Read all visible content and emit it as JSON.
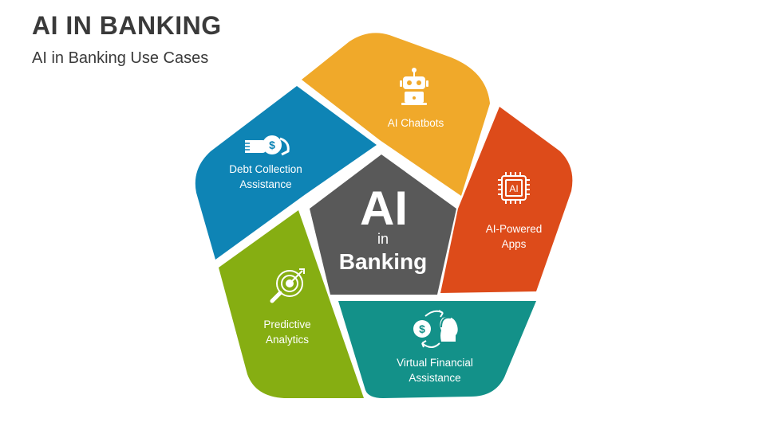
{
  "header": {
    "title": "AI IN BANKING",
    "subtitle": "AI in Banking Use Cases"
  },
  "center": {
    "line1": "AI",
    "line2": "in",
    "line3": "Banking",
    "color": "#595959"
  },
  "segments": [
    {
      "line1": "AI Chatbots",
      "line2": "",
      "color": "#F0A92A",
      "icon": "robot-icon"
    },
    {
      "line1": "AI-Powered",
      "line2": "Apps",
      "color": "#DD4B1A",
      "icon": "ai-chip-icon"
    },
    {
      "line1": "Virtual Financial",
      "line2": "Assistance",
      "color": "#139189",
      "icon": "virtual-assistant-icon"
    },
    {
      "line1": "Predictive",
      "line2": "Analytics",
      "color": "#86AE12",
      "icon": "target-analytics-icon"
    },
    {
      "line1": "Debt Collection",
      "line2": "Assistance",
      "color": "#0E84B5",
      "icon": "money-hand-icon"
    }
  ]
}
